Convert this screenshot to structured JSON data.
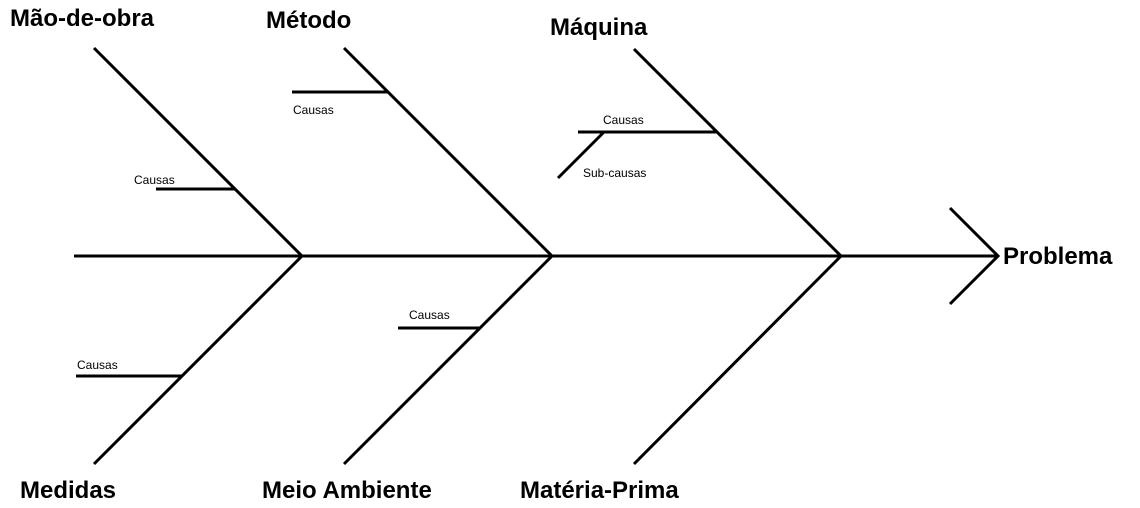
{
  "categories": {
    "mao_de_obra": "Mão-de-obra",
    "metodo": "Método",
    "maquina": "Máquina",
    "medidas": "Medidas",
    "meio_ambiente": "Meio Ambiente",
    "materia_prima": "Matéria-Prima"
  },
  "effect": "Problema",
  "cause_labels": {
    "mao_de_obra_cause": "Causas",
    "metodo_cause": "Causas",
    "maquina_cause": "Causas",
    "maquina_subcause": "Sub-causas",
    "medidas_cause": "Causas",
    "meio_ambiente_cause": "Causas"
  }
}
